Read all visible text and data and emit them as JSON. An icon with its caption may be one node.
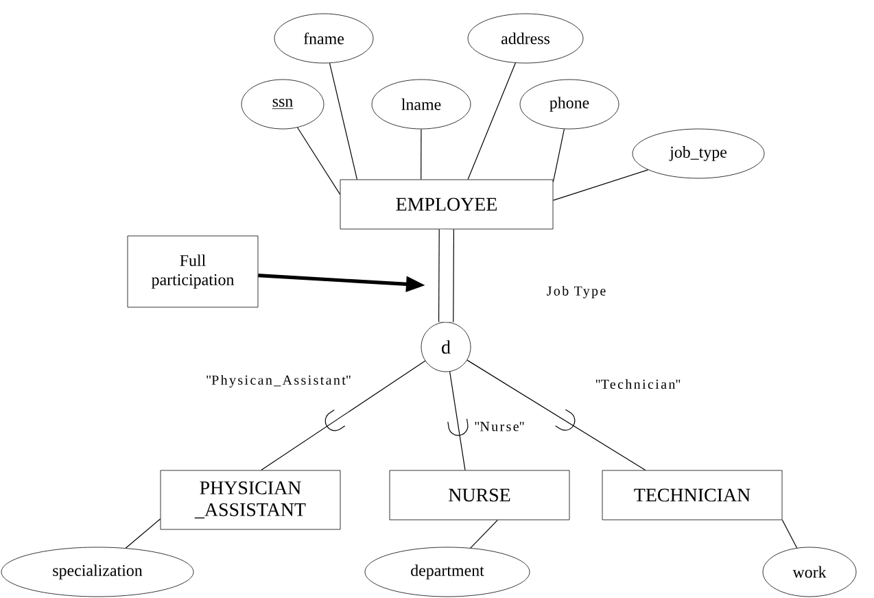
{
  "diagram": {
    "nodes": [
      {
        "text": [
          "fname"
        ]
      },
      {
        "text": [
          "address"
        ]
      },
      {
        "text": [
          "ssn"
        ]
      },
      {
        "text": [
          "lname"
        ]
      },
      {
        "text": [
          "phone"
        ]
      },
      {
        "text": [
          "job_type"
        ]
      },
      {
        "text": [
          "EMPLOYEE"
        ]
      },
      {
        "text": [
          "Full participation"
        ]
      },
      {
        "text": [
          "d"
        ]
      },
      {
        "text": [
          "PHYSICIAN _ASSISTANT"
        ]
      },
      {
        "text": [
          "NURSE"
        ]
      },
      {
        "text": [
          "TECHNICIAN"
        ]
      },
      {
        "text": [
          "specialization"
        ]
      },
      {
        "text": [
          "department"
        ]
      },
      {
        "text": [
          "work"
        ]
      }
    ],
    "edges": [
      {
        "from": 2,
        "to": 6,
        "arrow": "none"
      },
      {
        "from": 0,
        "to": 6,
        "arrow": "none"
      },
      {
        "from": 3,
        "to": 6,
        "arrow": "none"
      },
      {
        "from": 1,
        "to": 6,
        "arrow": "none"
      },
      {
        "from": 4,
        "to": 6,
        "arrow": "none"
      },
      {
        "from": 5,
        "to": 6,
        "arrow": "none"
      },
      {
        "from": 6,
        "to": 8,
        "arrow": "none",
        "style": "thick"
      },
      {
        "from": 7,
        "to": null,
        "arrow": "to",
        "style": "thick"
      },
      {
        "from": 8,
        "to": 9,
        "arrow": "none",
        "label": "\"Physican_Assistant\""
      },
      {
        "from": 8,
        "to": 10,
        "arrow": "none",
        "label": "\"Nurse\""
      },
      {
        "from": 8,
        "to": 11,
        "arrow": "none",
        "label": "\"Technician\""
      },
      {
        "from": 9,
        "to": 12,
        "arrow": "none"
      },
      {
        "from": 10,
        "to": 13,
        "arrow": "none"
      },
      {
        "from": 11,
        "to": 14,
        "arrow": "none"
      }
    ],
    "labels": [
      "Job Type"
    ]
  }
}
